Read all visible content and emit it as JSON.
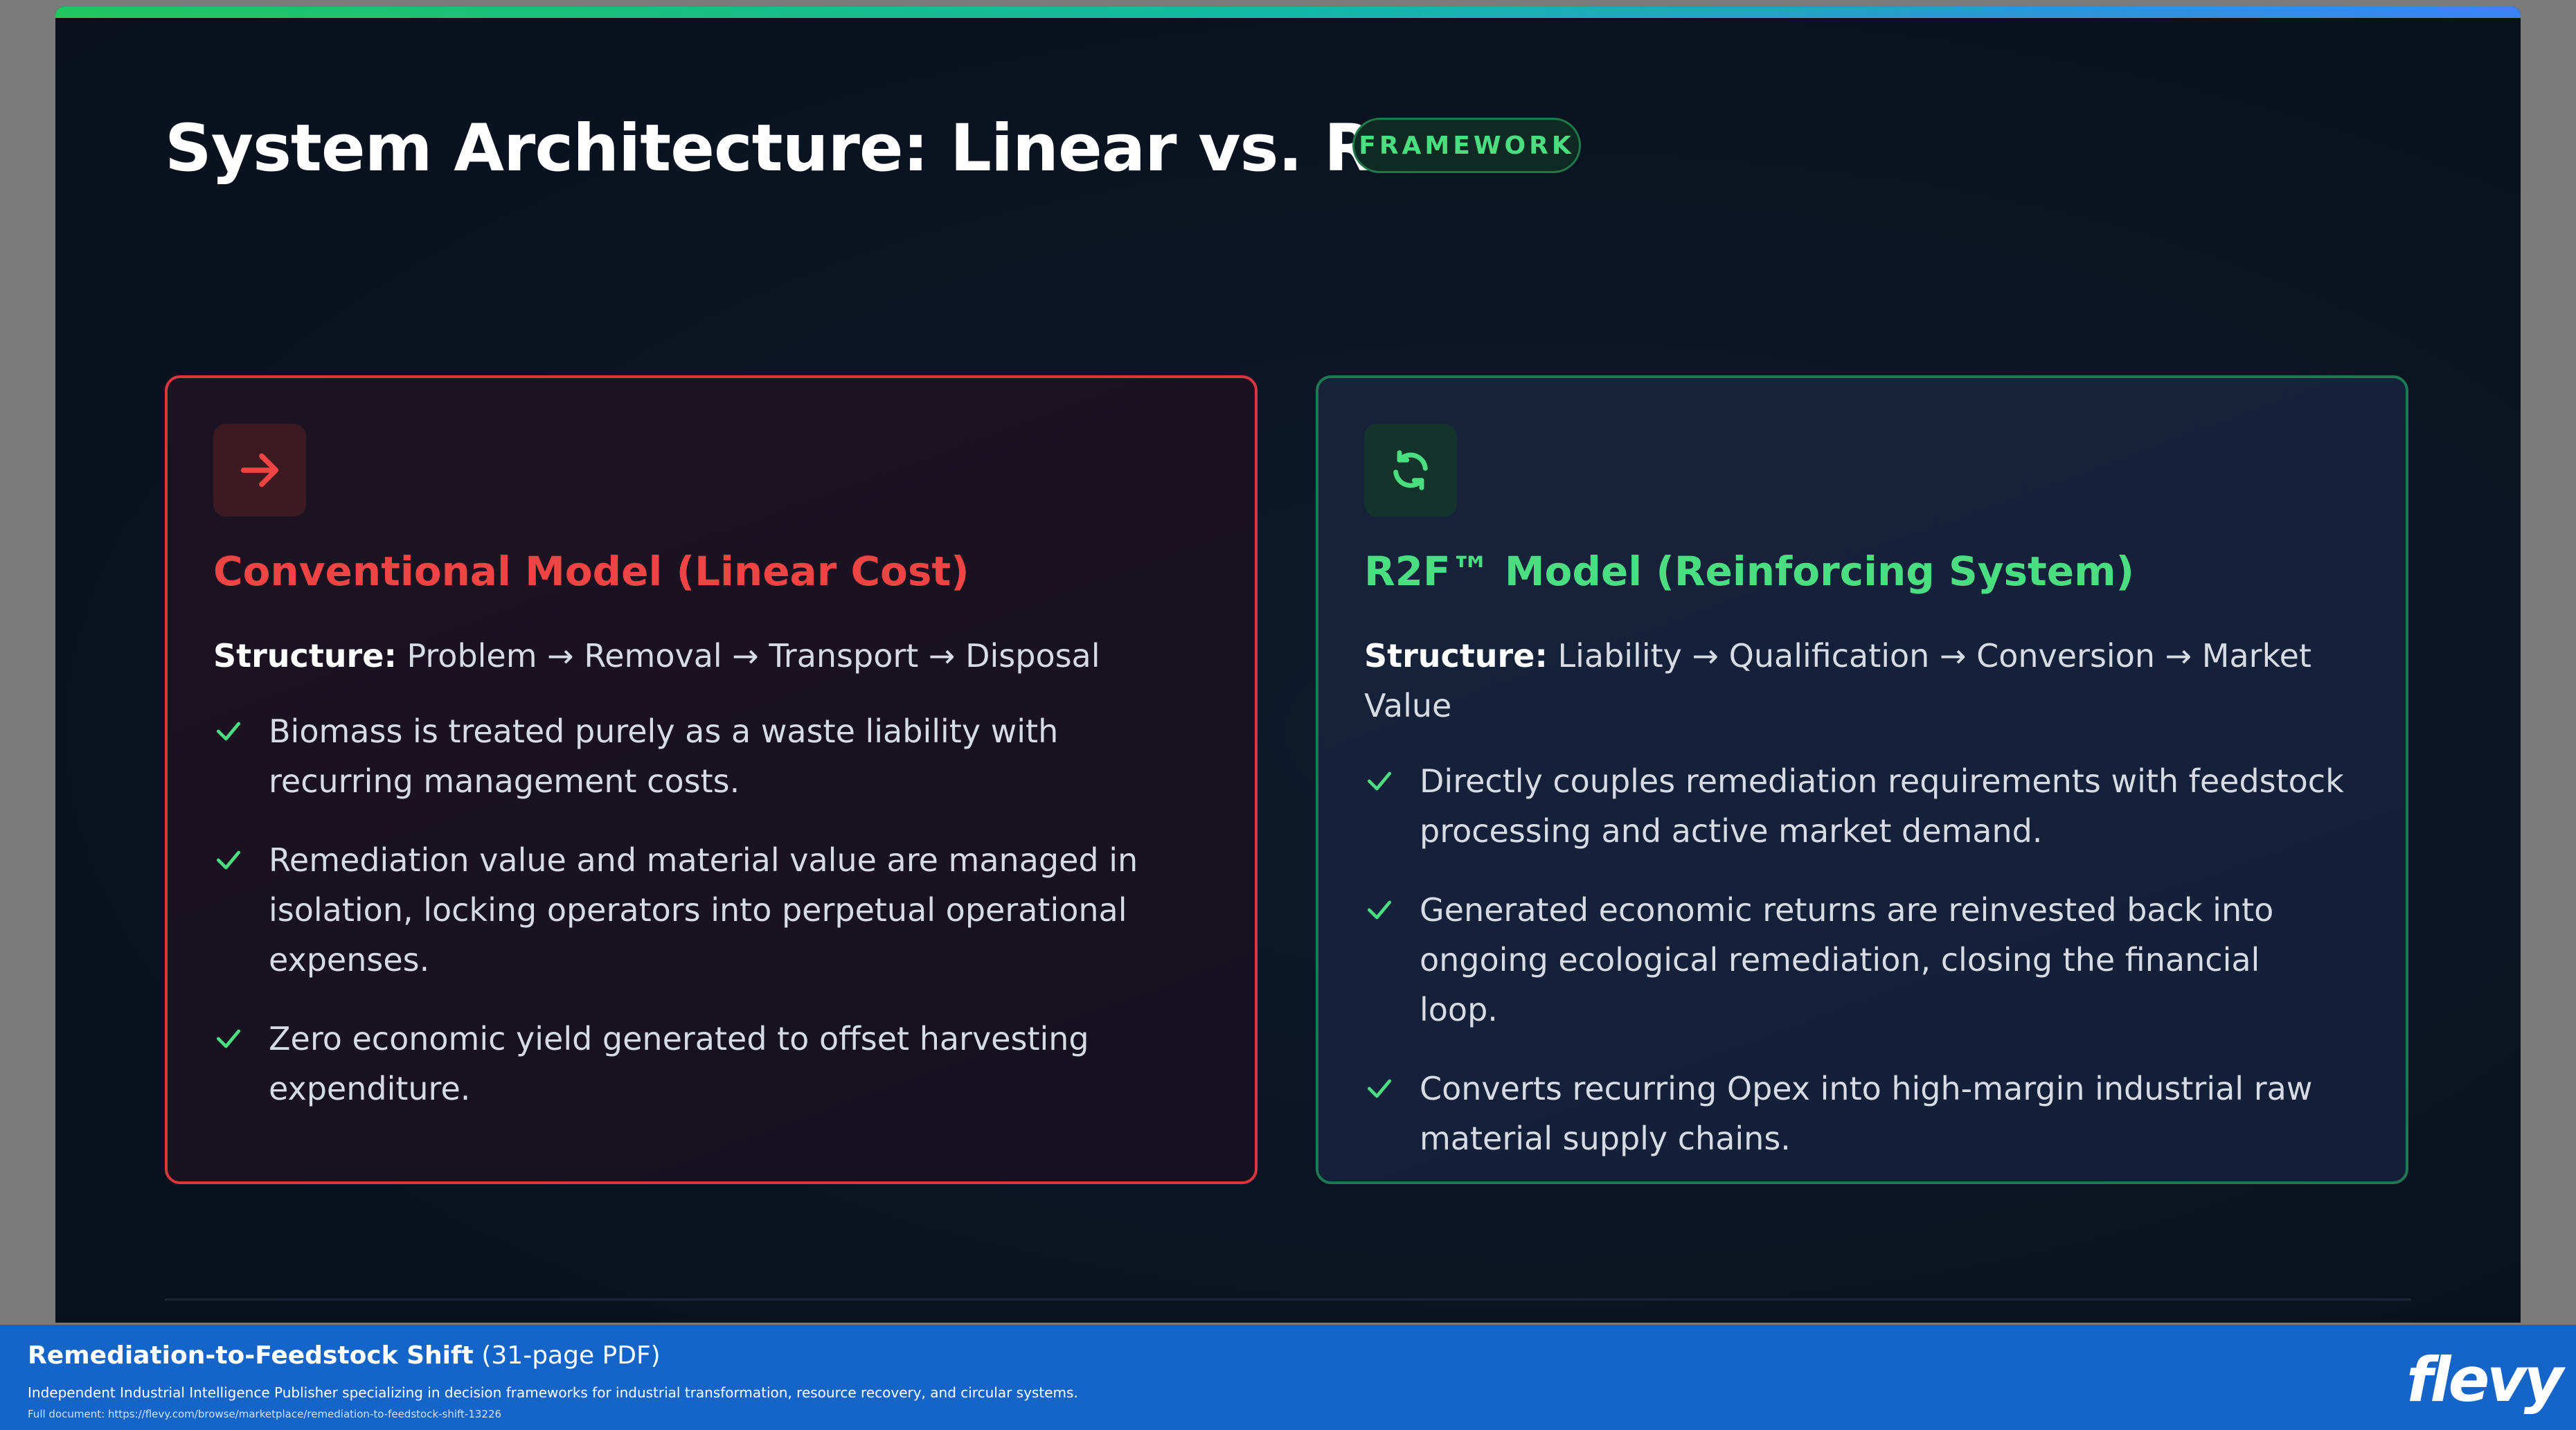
{
  "slide": {
    "title": "System Architecture: Linear vs. R2F™",
    "badge": "FRAMEWORK"
  },
  "left_card": {
    "icon": "arrow-right-icon",
    "title": "Conventional Model (Linear Cost)",
    "structure_label": "Structure:",
    "structure_text": "Problem → Removal → Transport → Disposal",
    "bullets": [
      "Biomass is treated purely as a waste liability with recurring management costs.",
      "Remediation value and material value are managed in isolation, locking operators into perpetual operational expenses.",
      "Zero economic yield generated to offset harvesting expenditure."
    ],
    "accent": "#ef4444"
  },
  "right_card": {
    "icon": "recycle-icon",
    "title": "R2F™ Model (Reinforcing System)",
    "structure_label": "Structure:",
    "structure_text": "Liability → Qualification → Conversion → Market Value",
    "bullets": [
      "Directly couples remediation requirements with feedstock processing and active market demand.",
      "Generated economic returns are reinvested back into ongoing ecological remediation, closing the financial loop.",
      "Converts recurring Opex into high-margin industrial raw material supply chains."
    ],
    "accent": "#4ade80"
  },
  "footer": {
    "doc_title": "Remediation-to-Feedstock Shift",
    "doc_pages": "(31-page PDF)",
    "description": "Independent Industrial Intelligence Publisher specializing in decision frameworks for industrial transformation, resource recovery, and circular systems.",
    "link": "Full document: https://flevy.com/browse/marketplace/remediation-to-feedstock-shift-13226",
    "logo": "flevy"
  }
}
